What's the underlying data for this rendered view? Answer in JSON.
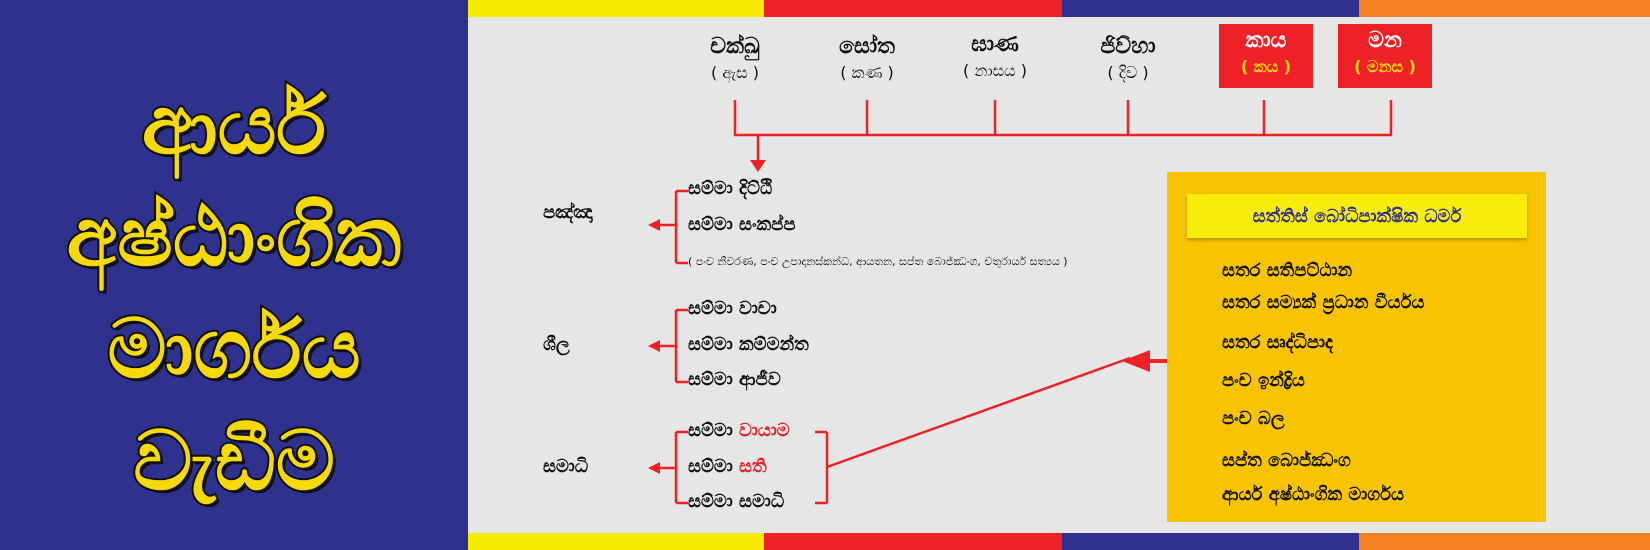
{
  "title": {
    "lines": [
      "ආර්ය",
      "අෂ්ඨාංගික",
      "මාර්ගය",
      "වැඩීම"
    ]
  },
  "colors": {
    "left_bg": "#2e318d",
    "title_yellow": "#f5d90a",
    "red": "#ee2126",
    "box_orange": "#f8c300",
    "box_title_yellow": "#f8ed0a",
    "stripe_yellow": "#f5ec00",
    "stripe_red": "#ee2126",
    "stripe_blue": "#2e318d",
    "stripe_orange": "#f58220"
  },
  "senses": [
    {
      "word": "චක්ඛු",
      "meaning": "( ඇස )"
    },
    {
      "word": "සෝත",
      "meaning": "( කණ )"
    },
    {
      "word": "ඝාණ",
      "meaning": "( නාසය )"
    },
    {
      "word": "ජිව්හා",
      "meaning": "( දිව )"
    },
    {
      "word": "කාය",
      "meaning": "( කය )"
    },
    {
      "word": "මන",
      "meaning": "( මනස )"
    }
  ],
  "groups": {
    "panna": {
      "label": "පඤ්ඤා",
      "items": [
        {
          "prefix": "සම්මා",
          "term": "දිට්ඨි"
        },
        {
          "prefix": "සම්මා",
          "term": "සංකප්ප"
        }
      ],
      "note": "( පංච නීවරණ, පංච උපාදානස්කන්ධ, ආයතන, සප්ත බොජ්ඣංග, චතුරාර්ය සත්‍යය )"
    },
    "sila": {
      "label": "ශීල",
      "items": [
        {
          "prefix": "සම්මා",
          "term": "වාචා"
        },
        {
          "prefix": "සම්මා",
          "term": "කම්මන්ත"
        },
        {
          "prefix": "සම්මා",
          "term": "ආජීව"
        }
      ]
    },
    "samadhi": {
      "label": "සමාධි",
      "items": [
        {
          "prefix": "සම්මා",
          "term": "වායාම"
        },
        {
          "prefix": "සම්මා",
          "term": "සති"
        },
        {
          "prefix": "සම්මා",
          "term": "සමාධි"
        }
      ]
    }
  },
  "bodhi": {
    "title": "සත්තිස් බෝධිපාක්ෂික ධර්ම",
    "items": [
      "සතර සතිපට්ඨාන",
      "සතර සම්‍යක් ප්‍රධාන වීර්යය",
      "සතර සෘද්ධිපාද",
      "පංච ඉන්ද්‍රිය",
      "පංච බල",
      "සප්ත බොජ්ඣංග",
      "ආර්ය අෂ්ඨාංගික මාර්ගය"
    ]
  }
}
